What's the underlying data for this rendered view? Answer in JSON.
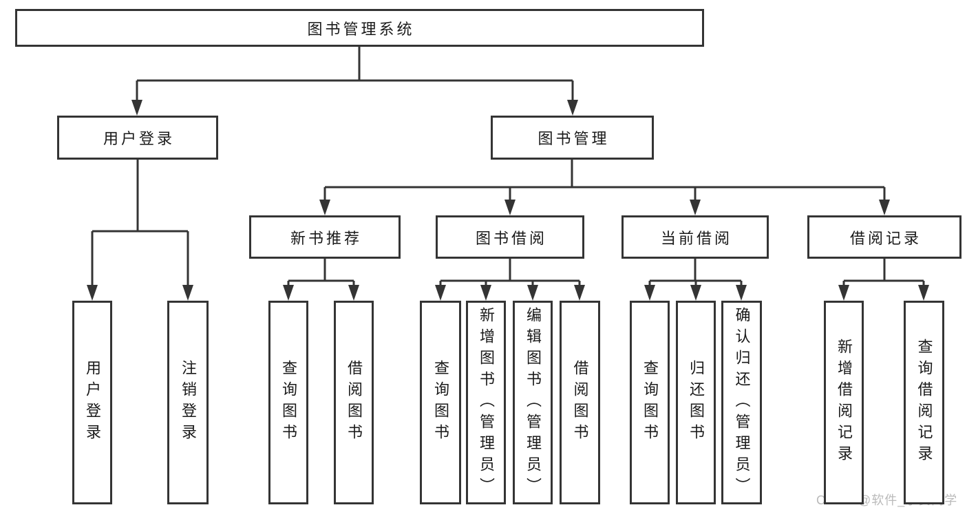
{
  "diagram": {
    "type": "function-tree",
    "title": "图书管理系统",
    "watermark": "CSDN @软件_小贺同学",
    "colors": {
      "line": "#343434",
      "box_fill": "#ffffff",
      "text": "#1a1a1a",
      "watermark": "#b3b3b3",
      "bg": "#ffffff"
    },
    "nodes": [
      {
        "id": "root",
        "label": "图书管理系统",
        "parent": null
      },
      {
        "id": "user-login",
        "label": "用户登录",
        "parent": "root"
      },
      {
        "id": "book-mgmt",
        "label": "图书管理",
        "parent": "root"
      },
      {
        "id": "new-book-rec",
        "label": "新书推荐",
        "parent": "book-mgmt"
      },
      {
        "id": "book-borrow",
        "label": "图书借阅",
        "parent": "book-mgmt"
      },
      {
        "id": "current-borrow",
        "label": "当前借阅",
        "parent": "book-mgmt"
      },
      {
        "id": "borrow-records",
        "label": "借阅记录",
        "parent": "book-mgmt"
      },
      {
        "id": "leaf-user-login",
        "label": "用户登录",
        "parent": "user-login"
      },
      {
        "id": "leaf-logout",
        "label": "注销登录",
        "parent": "user-login"
      },
      {
        "id": "leaf-query-book-1",
        "label": "查询图书",
        "parent": "new-book-rec"
      },
      {
        "id": "leaf-borrow-book-1",
        "label": "借阅图书",
        "parent": "new-book-rec"
      },
      {
        "id": "leaf-query-book-2",
        "label": "查询图书",
        "parent": "book-borrow"
      },
      {
        "id": "leaf-add-book",
        "label": "新增图书（管理员）",
        "parent": "book-borrow"
      },
      {
        "id": "leaf-edit-book",
        "label": "编辑图书（管理员）",
        "parent": "book-borrow"
      },
      {
        "id": "leaf-borrow-book-2",
        "label": "借阅图书",
        "parent": "book-borrow"
      },
      {
        "id": "leaf-query-book-3",
        "label": "查询图书",
        "parent": "current-borrow"
      },
      {
        "id": "leaf-return-book",
        "label": "归还图书",
        "parent": "current-borrow"
      },
      {
        "id": "leaf-confirm-return",
        "label": "确认归还（管理员）",
        "parent": "current-borrow"
      },
      {
        "id": "leaf-add-borrow-record",
        "label": "新增借阅记录",
        "parent": "borrow-records"
      },
      {
        "id": "leaf-query-borrow-record",
        "label": "查询借阅记录",
        "parent": "borrow-records"
      }
    ]
  }
}
